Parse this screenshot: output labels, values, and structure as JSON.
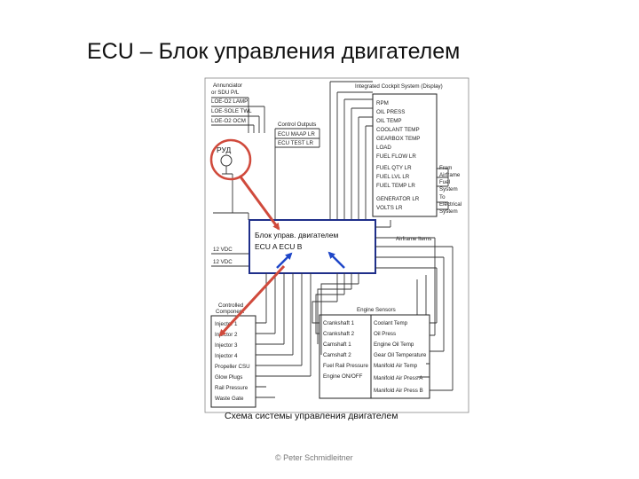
{
  "title": "ECU – Блок управления двигателем",
  "left_labels": [
    "Annunciator",
    "or SDU P/L",
    "LOE-O2 LAMP",
    "LOE-SOLE TWL",
    "LOE-O2 OCM"
  ],
  "control_outputs": {
    "header": "Control Outputs",
    "items": [
      "ECU MAAP LR",
      "ECU TEST LR"
    ]
  },
  "instrument_header": "Integrated Cockpit System (Display)",
  "instrument_items": [
    "RPM",
    "OIL PRESS",
    "OIL TEMP",
    "COOLANT TEMP",
    "GEARBOX TEMP",
    "LOAD",
    "FUEL FLOW LR",
    "FUEL QTY LR",
    "FUEL LVL LR",
    "FUEL TEMP LR",
    "GENERATOR LR",
    "VOLTS LR"
  ],
  "fuel_note": [
    "From",
    "Airframe",
    "Fuel",
    "System"
  ],
  "elec_note": [
    "To",
    "Electrical",
    "System"
  ],
  "rud_label": "РУД",
  "voltage_labels": [
    "12 VDC",
    "12 VDC"
  ],
  "ecu_label_line1": "Блок управ. двигателем",
  "ecu_label_line2": "ECU A  ECU B",
  "aux_label": "Airframe Items",
  "controlled_components": {
    "header_line1": "Controlled",
    "header_line2": "Component",
    "items": [
      "Injector 1",
      "Injector 2",
      "Injector 3",
      "Injector 4",
      "Propeller CSU",
      "Glow Plugs",
      "Rail Pressure",
      "Waste Gate"
    ]
  },
  "engine_sensors": {
    "header": "Engine Sensors",
    "left_items": [
      "Crankshaft 1",
      "Crankshaft 2",
      "Camshaft 1",
      "Camshaft 2",
      "Fuel Rail Pressure",
      "Engine ON/OFF"
    ],
    "right_items": [
      "Coolant Temp",
      "Oil Press",
      "Engine Oil Temp",
      "Gear Oil Temperature",
      "Manifold Air Temp",
      "Manifold Air Press A",
      "Manifold Air Press B"
    ]
  },
  "caption": "Схема системы управления двигателем",
  "copyright": "© Peter Schmidleitner",
  "colors": {
    "ecu_frame": "#1f2f8a",
    "red_arrow": "#d04a3c",
    "blue_arrow": "#1e46c8"
  }
}
